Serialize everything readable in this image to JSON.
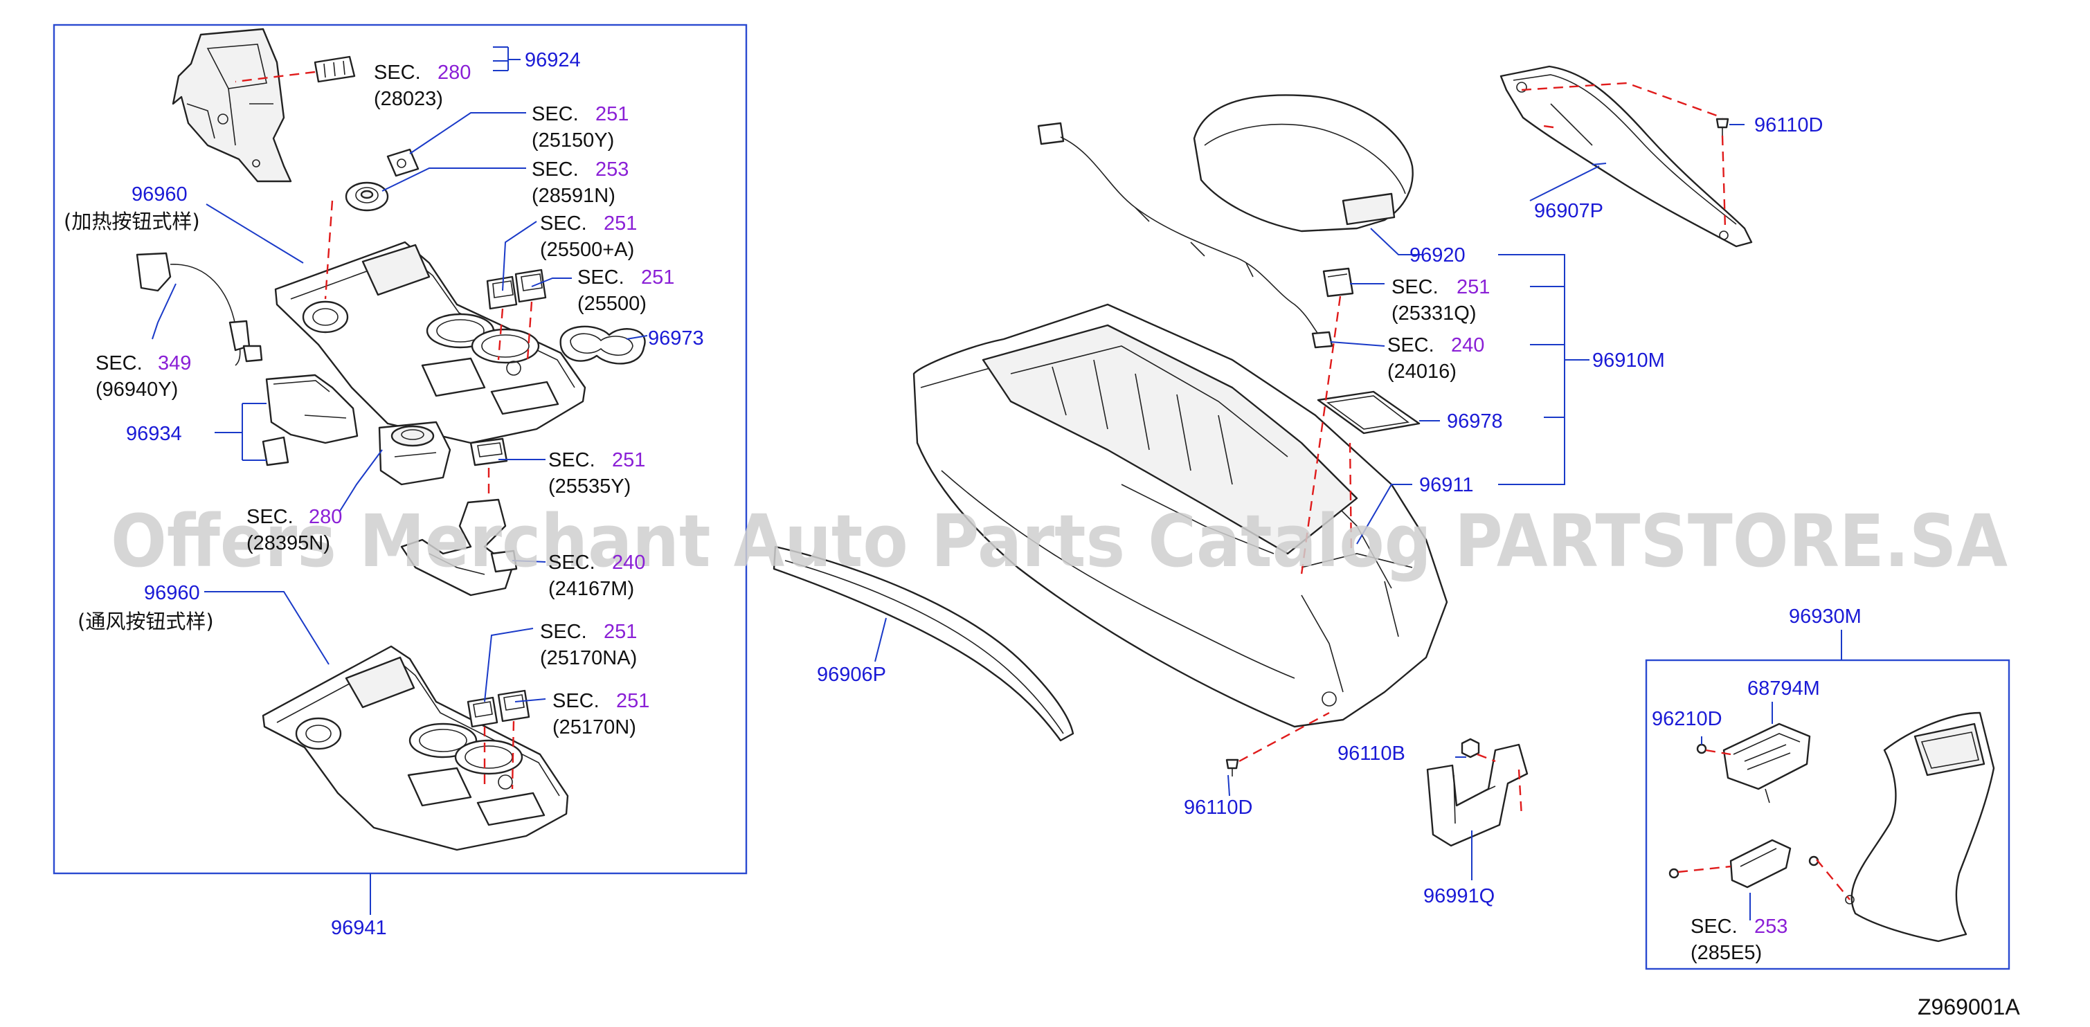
{
  "colors": {
    "part_number": "#1a1ad6",
    "section_number": "#8a1fd6",
    "text": "#111111",
    "leader": "#1a3ac8",
    "dashed": "#e01b1b",
    "box": "#2a4ad0",
    "watermark": "#cfcfcf"
  },
  "watermark": "Offers Merchant Auto Parts Catalog PARTSTORE.SA",
  "diagram_code": "Z969001A",
  "callouts": {
    "p96924": "96924",
    "p96960a": "96960",
    "p96960a_note": "(加热按钮式样)",
    "p96960b": "96960",
    "p96960b_note": "(通风按钮式样)",
    "p96934": "96934",
    "p96973": "96973",
    "p96941": "96941",
    "p96906P": "96906P",
    "p96920": "96920",
    "p96910M": "96910M",
    "p96978": "96978",
    "p96911": "96911",
    "p96110D_a": "96110D",
    "p96907P": "96907P",
    "p96110D_b": "96110D",
    "p96110B": "96110B",
    "p96991Q": "96991Q",
    "p96930M": "96930M",
    "p68794M": "68794M",
    "p96210D": "96210D"
  },
  "sections": {
    "sec_word": "SEC.",
    "s1_num": "280",
    "s1_sub": "(28023)",
    "s2_num": "251",
    "s2_sub": "(25150Y)",
    "s3_num": "253",
    "s3_sub": "(28591N)",
    "s4_num": "251",
    "s4_sub": "(25500+A)",
    "s5_num": "251",
    "s5_sub": "(25500)",
    "s6_num": "349",
    "s6_sub": "(96940Y)",
    "s7_num": "251",
    "s7_sub": "(25535Y)",
    "s8_num": "280",
    "s8_sub": "(28395N)",
    "s9_num": "240",
    "s9_sub": "(24167M)",
    "s10_num": "251",
    "s10_sub": "(25170NA)",
    "s11_num": "251",
    "s11_sub": "(25170N)",
    "s12_num": "251",
    "s12_sub": "(25331Q)",
    "s13_num": "240",
    "s13_sub": "(24016)",
    "s14_num": "253",
    "s14_sub": "(285E5)"
  }
}
